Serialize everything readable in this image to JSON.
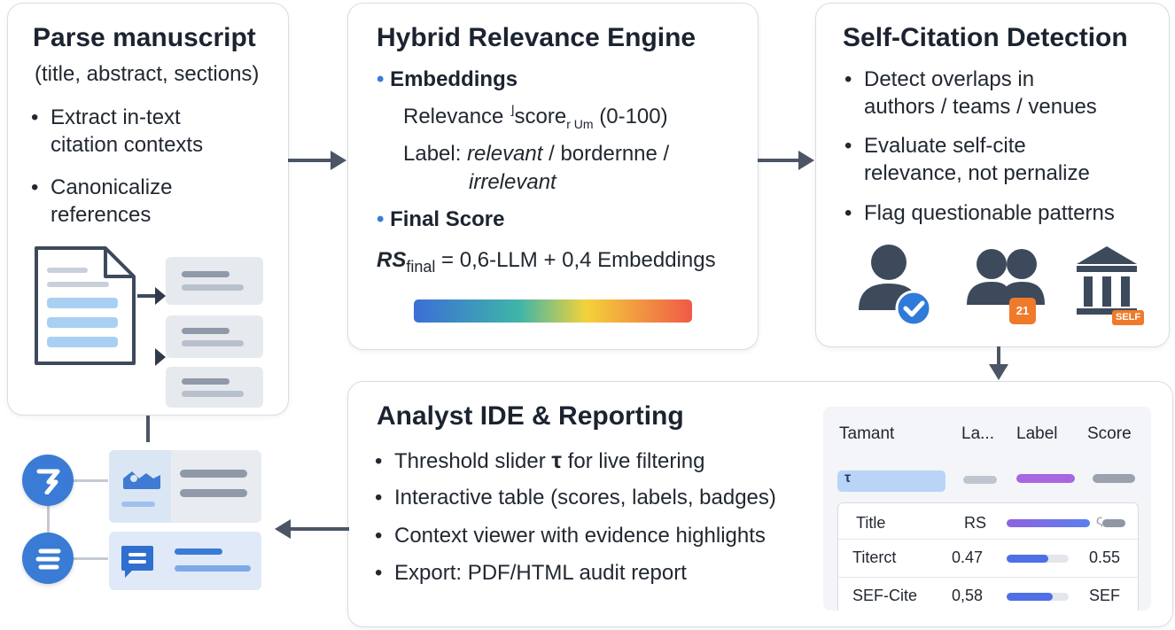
{
  "parse": {
    "title": "Parse manuscript",
    "subtitle": "(title, abstract, sections)",
    "bullets": [
      "Extract in-text",
      "citation contexts",
      "Canonicalize",
      "references"
    ]
  },
  "engine": {
    "title": "Hybrid Relevance Engine",
    "section1": "Embeddings",
    "relevance_prefix": "Relevance",
    "relevance_mid": "score",
    "relevance_sub": "r Um",
    "relevance_range": "(0-100)",
    "label_prefix": "Label:",
    "label_relevant": "relevant",
    "label_middle": "/ bordernne /",
    "label_irrelevant": "irrelevant",
    "section2": "Final Score",
    "formula_rs": "RS",
    "formula_sub": "final",
    "formula_rest": "= 0,6-LLM + 0,4  Embeddings"
  },
  "selfcite": {
    "title": "Self-Citation Detection",
    "b1_l1": "Detect overlaps in",
    "b1_l2": "authors / teams / venues",
    "b2_l1": "Evaluate self-cite",
    "b2_l2": "relevance, not pernalize",
    "b3": "Flag questionable patterns",
    "badge_num": "21",
    "badge_self": "SELF"
  },
  "analyst": {
    "title": "Analyst IDE & Reporting",
    "b1_pre": "Threshold slider",
    "b1_sym": "τ",
    "b1_post": "for live filtering",
    "b2": "Interactive table (scores, labels, badges)",
    "b3": "Context viewer with evidence highlights",
    "b4": "Export: PDF/HTML audit report"
  },
  "table": {
    "headers": [
      "Tamant",
      "La...",
      "Label",
      "Score"
    ],
    "filter_symbol": "τ",
    "inner_headers": [
      "Title",
      "RS",
      "",
      "ς"
    ],
    "rows": [
      {
        "title": "Titerct",
        "rs": "0.47",
        "score": "0.55"
      },
      {
        "title": "SEF-Cite",
        "rs": "0,58",
        "score": "SEF"
      }
    ]
  },
  "colors": {
    "accent_blue": "#3a7bd5",
    "gradient": [
      "#3b6fd6",
      "#3fb5a8",
      "#f4d23a",
      "#ef5a48"
    ],
    "badge_orange": "#ef7a2a",
    "purple": "#a866e0"
  }
}
